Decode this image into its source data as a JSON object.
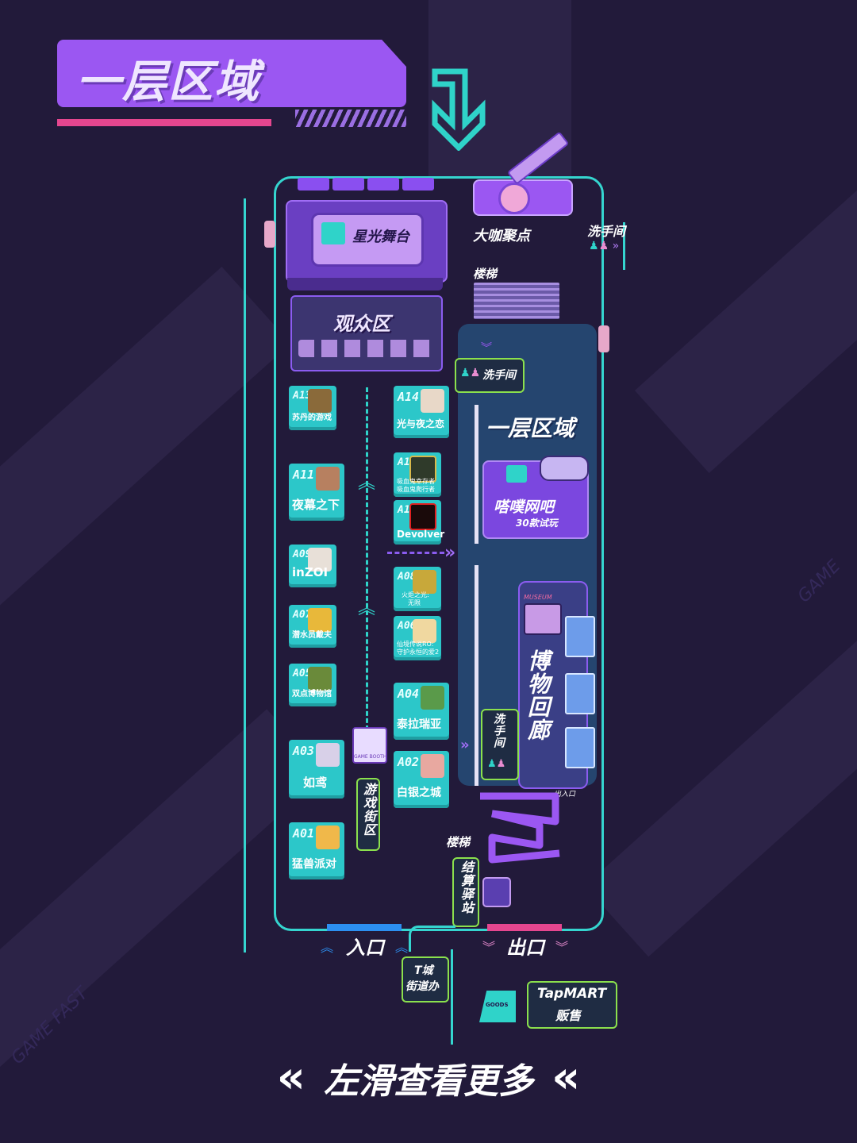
{
  "header": {
    "title": "一层区域"
  },
  "stage": {
    "label": "星光舞台"
  },
  "audience": {
    "label": "观众区"
  },
  "meeting_point": {
    "label": "大咖聚点"
  },
  "restroom": {
    "top_right": "洗手间",
    "panel": "洗手间",
    "lower": "洗手间"
  },
  "stairs": {
    "top": "楼梯",
    "bottom": "楼梯"
  },
  "panel": {
    "title": "一层区域",
    "cafe": {
      "name": "嗒噗网吧",
      "subtitle": "30款试玩"
    },
    "museum": {
      "name": "博物回廊",
      "sign": "MUSEUM",
      "small_label": "出入口"
    }
  },
  "arcade": {
    "label": "游戏街区",
    "booth_sign": "GAME BOOTH"
  },
  "checkout": {
    "label": "结算驿站"
  },
  "entrance": {
    "label": "入口"
  },
  "exit": {
    "label": "出口"
  },
  "t_office": {
    "line1": "T城",
    "line2": "街道办"
  },
  "tapmart": {
    "line1": "TapMART",
    "line2": "贩售",
    "bag": "GOODS"
  },
  "booths_left": [
    {
      "code": "A13",
      "name": "苏丹的游戏"
    },
    {
      "code": "A11",
      "name": "夜幕之下"
    },
    {
      "code": "A09",
      "name": "inZOI"
    },
    {
      "code": "A07",
      "name": "潜水员戴夫"
    },
    {
      "code": "A05",
      "name": "双点博物馆"
    },
    {
      "code": "A03",
      "name": "如鸢"
    },
    {
      "code": "A01",
      "name": "猛兽派对"
    }
  ],
  "booths_right": [
    {
      "code": "A14",
      "name": "光与夜之恋"
    },
    {
      "code": "A12",
      "name": "吸血鬼幸存者",
      "name2": "吸血鬼爬行者"
    },
    {
      "code": "A10",
      "name": "Devolver"
    },
    {
      "code": "A08",
      "name": "火炬之光:",
      "name2": "无限"
    },
    {
      "code": "A06",
      "name": "仙境传说RO:",
      "name2": "守护永恒的爱2"
    },
    {
      "code": "A04",
      "name": "泰拉瑞亚"
    },
    {
      "code": "A02",
      "name": "白银之城"
    }
  ],
  "watermarks": {
    "left": "GAME FAST",
    "right": "GAME"
  },
  "footer": {
    "text": "左滑查看更多"
  },
  "colors": {
    "teal": "#2cc7c9",
    "purple": "#9b57f2",
    "pink": "#e5468f",
    "green": "#8be14d",
    "bg": "#221a3a"
  }
}
